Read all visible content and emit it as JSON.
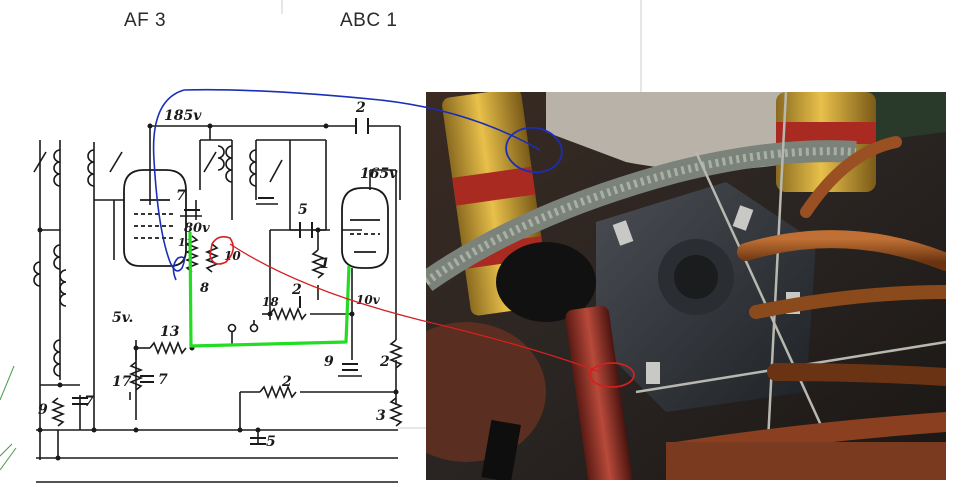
{
  "header": {
    "tube_left": "AF 3",
    "tube_right": "ABC 1"
  },
  "schematic": {
    "labels": {
      "v185": "185v",
      "v165": "165v",
      "v80": "80v",
      "v10": "10v",
      "v5": "5v.",
      "c2_top": "2",
      "c7": "7",
      "c5": "5",
      "r1": "1",
      "c2_mid": "2",
      "r18": "18",
      "r13": "13",
      "r17": "17",
      "c7_low": "7",
      "r9": "9",
      "c9": "9",
      "r2_low": "2",
      "c2_right": "2",
      "r3": "3",
      "c5_bottom": "5",
      "c7_bottom": "7",
      "pin11": "11",
      "pin8": "8",
      "pin10": "10"
    }
  },
  "annotations": {
    "blue_color": "#1a2fb8",
    "red_color": "#d42020",
    "green_color": "#22dd22"
  }
}
